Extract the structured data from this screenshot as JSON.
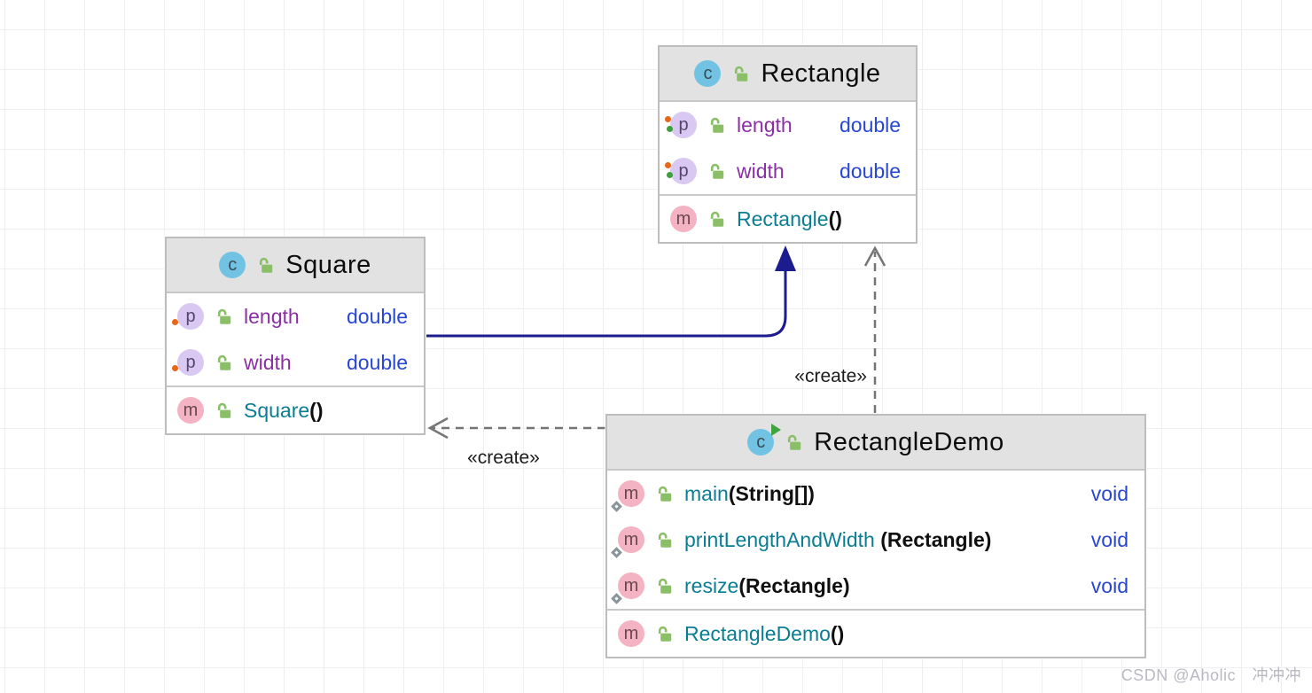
{
  "icons": {
    "class_letter": "c",
    "property_letter": "p",
    "method_letter": "m"
  },
  "classes": [
    {
      "title": "Rectangle",
      "fields": [
        {
          "name": "length",
          "type": "double"
        },
        {
          "name": "width",
          "type": "double"
        }
      ],
      "constructor": {
        "name": "Rectangle",
        "params": "()"
      }
    },
    {
      "title": "Square",
      "fields": [
        {
          "name": "length",
          "type": "double"
        },
        {
          "name": "width",
          "type": "double"
        }
      ],
      "constructor": {
        "name": "Square",
        "params": "()"
      }
    },
    {
      "title": "RectangleDemo",
      "methods": [
        {
          "name": "main",
          "params": "(String[])",
          "returns": "void"
        },
        {
          "name": "printLengthAndWidth",
          "params": " (Rectangle)",
          "returns": "void"
        },
        {
          "name": "resize",
          "params": "(Rectangle)",
          "returns": "void"
        }
      ],
      "constructor": {
        "name": "RectangleDemo",
        "params": "()"
      }
    }
  ],
  "edges": {
    "inheritance": {
      "from": "Square",
      "to": "Rectangle"
    },
    "create_label": "«create»"
  },
  "colors": {
    "inheritance_arrow": "#1c1c8e",
    "create_arrow": "#757575",
    "field_name": "#8b2fa4",
    "type_blue": "#2746d2",
    "method_teal": "#0b7d93"
  },
  "watermark": "CSDN @Aholic　冲冲冲"
}
